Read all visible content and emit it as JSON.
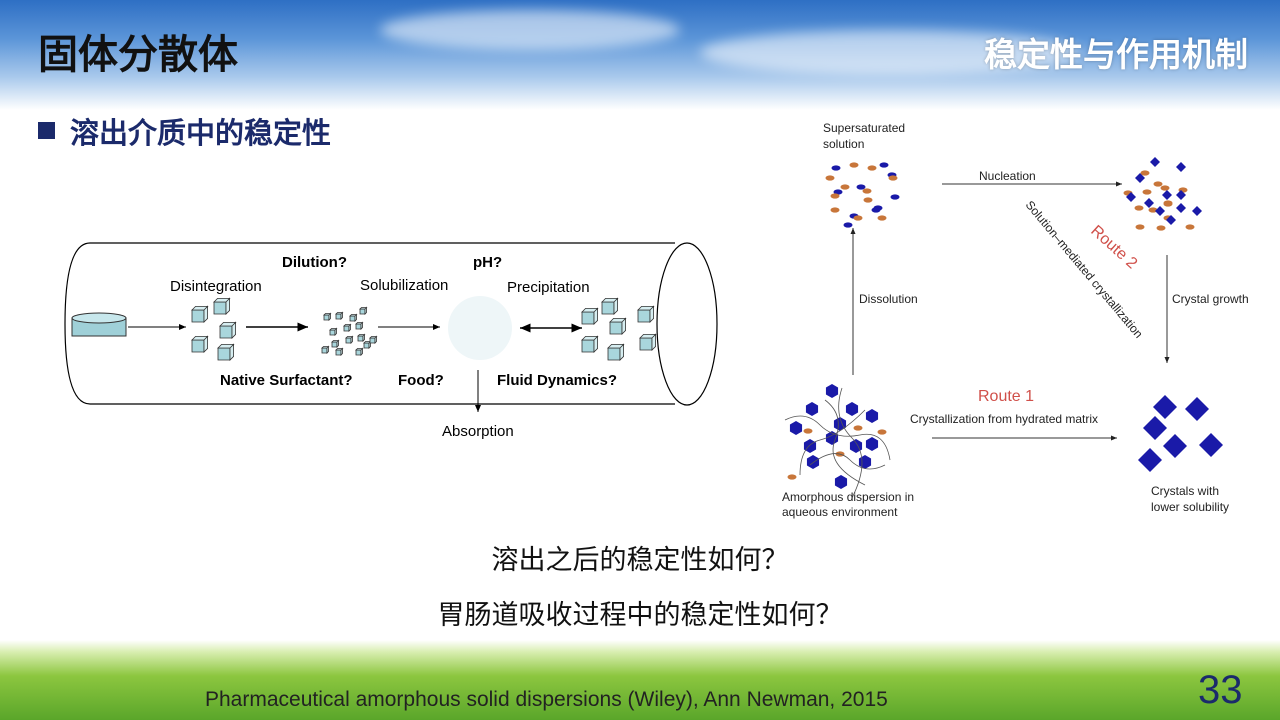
{
  "slide": {
    "title": "固体分散体",
    "section": "稳定性与作用机制",
    "heading": "溶出介质中的稳定性",
    "questions": [
      "溶出之后的稳定性如何？",
      "胃肠道吸收过程中的稳定性如何？"
    ],
    "citation": "Pharmaceutical amorphous solid dispersions (Wiley), Ann Newman, 2015",
    "page_number": "33"
  },
  "gi_diagram": {
    "disintegration": "Disintegration",
    "solubilization": "Solubilization",
    "precipitation": "Precipitation",
    "dilution": "Dilution?",
    "ph": "pH?",
    "native_surfactant": "Native Surfactant?",
    "food": "Food?",
    "fluid_dynamics": "Fluid Dynamics?",
    "absorption": "Absorption"
  },
  "route_diagram": {
    "supersaturated_1": "Supersaturated",
    "supersaturated_2": "solution",
    "nucleation": "Nucleation",
    "solution_mediated": "Solution–mediated crystallization",
    "route2": "Route 2",
    "dissolution": "Dissolution",
    "crystal_growth": "Crystal growth",
    "route1": "Route 1",
    "crystallization_matrix": "Crystallization from hydrated matrix",
    "amorphous_1": "Amorphous dispersion in",
    "amorphous_2": "aqueous environment",
    "crystals_1": "Crystals with",
    "crystals_2": "lower solubility",
    "colors": {
      "drug": "#1a1aa8",
      "polymer": "#c8763a",
      "route": "#d0504a"
    }
  }
}
